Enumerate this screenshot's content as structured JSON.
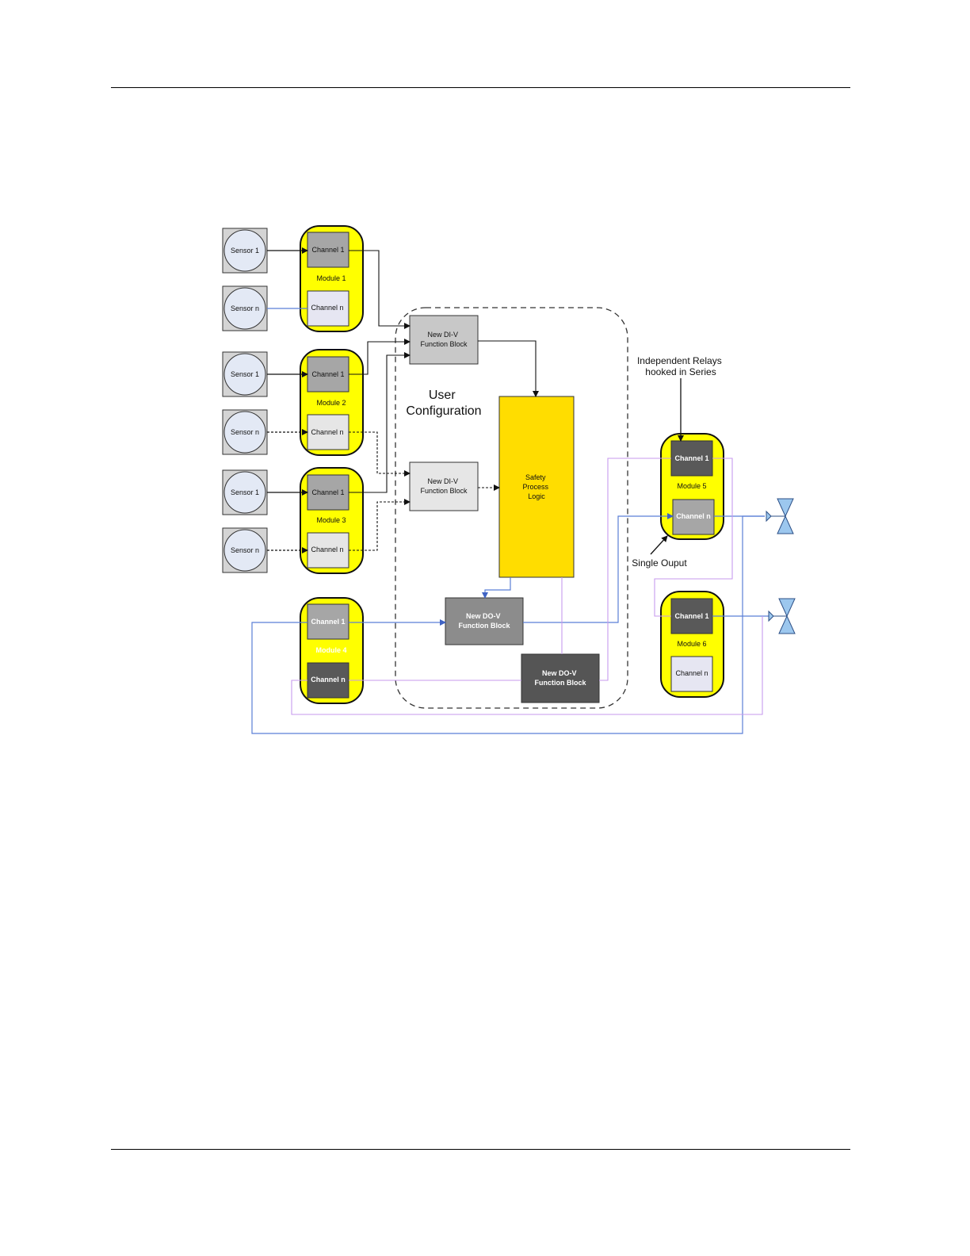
{
  "diagram": {
    "sensors": [
      {
        "id": "s1a",
        "label": "Sensor 1"
      },
      {
        "id": "sna",
        "label": "Sensor n"
      },
      {
        "id": "s1b",
        "label": "Sensor 1"
      },
      {
        "id": "snb",
        "label": "Sensor n"
      },
      {
        "id": "s1c",
        "label": "Sensor 1"
      },
      {
        "id": "snc",
        "label": "Sensor n"
      }
    ],
    "modules": [
      {
        "id": "m1",
        "label": "Module 1",
        "ch1": "Channel 1",
        "chn": "Channel n"
      },
      {
        "id": "m2",
        "label": "Module 2",
        "ch1": "Channel 1",
        "chn": "Channel n"
      },
      {
        "id": "m3",
        "label": "Module 3",
        "ch1": "Channel 1",
        "chn": "Channel n"
      },
      {
        "id": "m4",
        "label": "Module 4",
        "ch1": "Channel 1",
        "chn": "Channel n"
      },
      {
        "id": "m5",
        "label": "Module 5",
        "ch1": "Channel 1",
        "chn": "Channel n"
      },
      {
        "id": "m6",
        "label": "Module 6",
        "ch1": "Channel 1",
        "chn": "Channel n"
      }
    ],
    "function_blocks": {
      "di1": [
        "New DI-V",
        "Function Block"
      ],
      "di2": [
        "New DI-V",
        "Function Block"
      ],
      "do1": [
        "New DO-V",
        "Function Block"
      ],
      "do2": [
        "New DO-V",
        "Function Block"
      ]
    },
    "logic": [
      "Safety",
      "Process",
      "Logic"
    ],
    "user_config": [
      "User",
      "Configuration"
    ],
    "annotations": {
      "relays": [
        "Independent Relays",
        "hooked in Series"
      ],
      "single_output": "Single Ouput"
    },
    "colors": {
      "module_yellow": "#ffff00",
      "logic_yellow": "#ffdd00",
      "wire_blue": "#5b7fd6",
      "wire_violet": "#c79aee",
      "sensor_fill": "#e3e9f5",
      "valve_blue": "#9cc7ee"
    }
  }
}
